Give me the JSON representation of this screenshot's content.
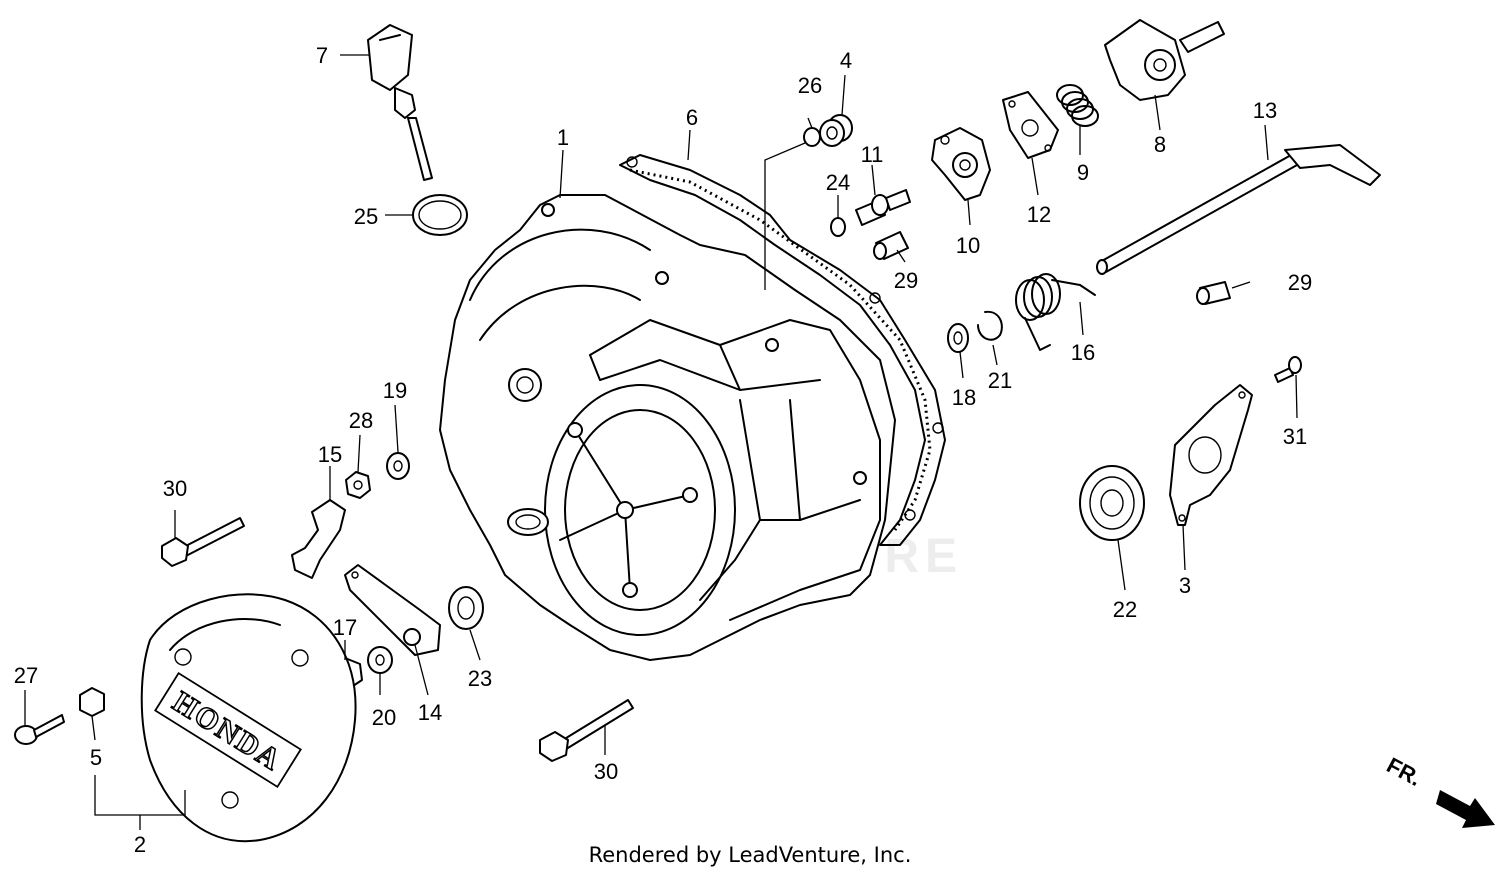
{
  "diagram": {
    "callouts": [
      "1",
      "2",
      "3",
      "4",
      "5",
      "6",
      "7",
      "8",
      "9",
      "10",
      "11",
      "12",
      "13",
      "14",
      "15",
      "16",
      "17",
      "18",
      "19",
      "20",
      "21",
      "22",
      "23",
      "24",
      "25",
      "26",
      "27",
      "28",
      "29",
      "29",
      "30",
      "30",
      "31"
    ],
    "cover_logo_text": "HONDA",
    "watermark_text": "LEADVENTURE",
    "direction_label": "FR.",
    "credit": "Rendered by LeadVenture, Inc."
  }
}
